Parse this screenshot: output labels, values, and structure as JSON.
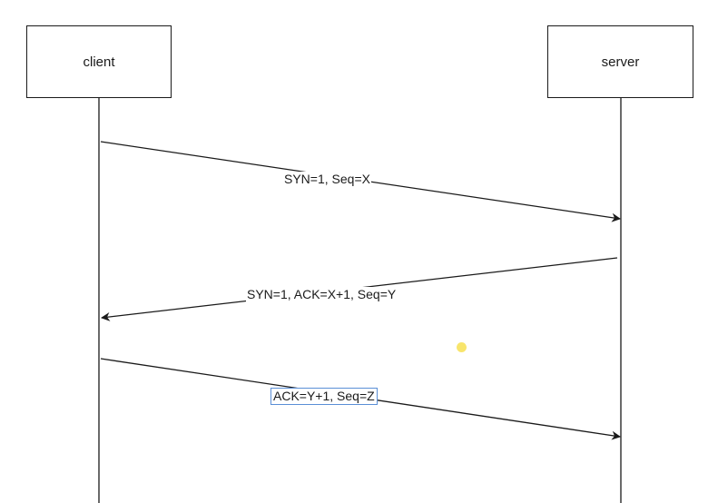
{
  "participants": {
    "client": "client",
    "server": "server"
  },
  "messages": [
    {
      "from": "client",
      "to": "server",
      "label": "SYN=1, Seq=X"
    },
    {
      "from": "server",
      "to": "client",
      "label": "SYN=1, ACK=X+1, Seq=Y"
    },
    {
      "from": "client",
      "to": "server",
      "label": "ACK=Y+1, Seq=Z"
    }
  ],
  "colors": {
    "line": "#1a1a1a",
    "selection": "#5b8fd6",
    "cursor_highlight": "#f7e25c"
  }
}
